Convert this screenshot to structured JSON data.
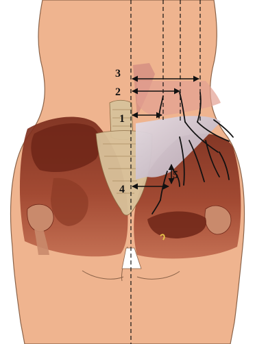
{
  "colors": {
    "background": "#ffffff",
    "skin": "#efb48f",
    "skin_outline": "#8a6248",
    "muscle_dark": "#7a2c1c",
    "muscle_mid": "#a24a33",
    "muscle_light": "#c4765a",
    "fascia": "#cfc6cf",
    "bone": "#d8c19a",
    "nerve": "#111111",
    "guide_lines": "#111111"
  },
  "labels": [
    {
      "id": "1",
      "text": "1"
    },
    {
      "id": "2",
      "text": "2"
    },
    {
      "id": "3",
      "text": "3"
    },
    {
      "id": "4",
      "text": "4"
    },
    {
      "id": "5",
      "text": "5"
    }
  ]
}
